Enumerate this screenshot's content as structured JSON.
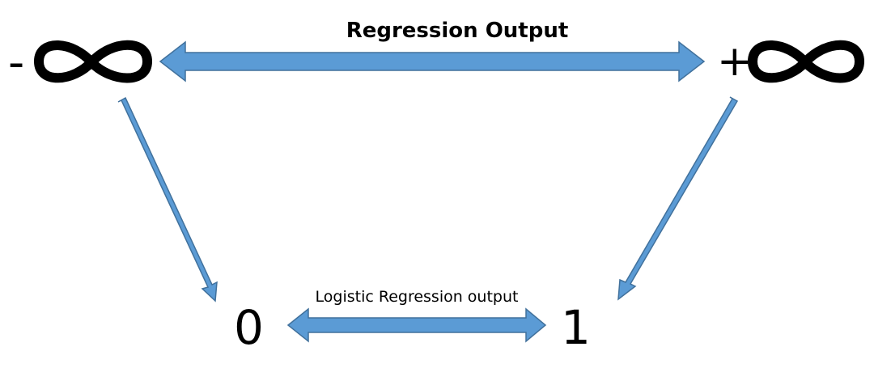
{
  "diagram": {
    "top_label": "Regression Output",
    "bottom_label": "Logistic Regression output",
    "left_sign": "-",
    "right_sign": "+",
    "lower_value": "0",
    "upper_value": "1",
    "colors": {
      "arrow_fill": "#5b9bd5",
      "arrow_stroke": "#41719c",
      "text": "#000000"
    },
    "icons": {
      "left_top": "infinity-icon",
      "right_top": "infinity-icon"
    }
  }
}
